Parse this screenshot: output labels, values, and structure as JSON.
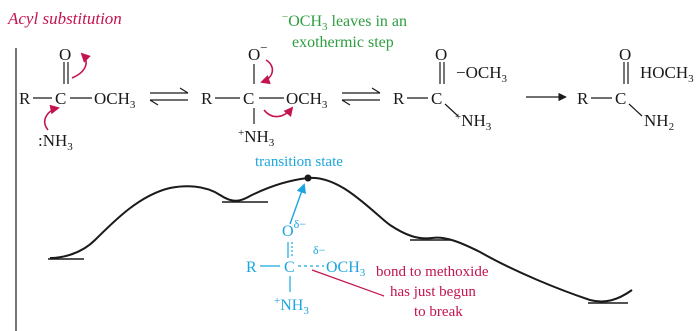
{
  "title": "Acyl substitution",
  "colors": {
    "title": "#c3144f",
    "green": "#2e9e3f",
    "blue": "#1ba6e0",
    "magenta": "#c3144f",
    "black": "#1a1a1a"
  },
  "note_leaves": {
    "line1_sup": "−",
    "line1_rest": "OCH",
    "line1_sub": "3",
    "line1_end": " leaves in an",
    "line2": "exothermic step"
  },
  "structures": {
    "r": "R",
    "c": "C",
    "o": "O",
    "och3": "OCH",
    "sub3": "3",
    "nh3_colon": ":NH",
    "nh3": "NH",
    "plus": "+",
    "o_minus": "−",
    "minus_och3": "−OCH",
    "hoch3": "HOCH",
    "nh2": "NH",
    "sub2": "2"
  },
  "transition_state_label": "transition state",
  "ts_structure": {
    "o": "O",
    "delta_minus": "δ−",
    "r": "R",
    "c": "C",
    "och3": "OCH",
    "sub3": "3",
    "plus": "+",
    "nh3": "NH"
  },
  "bond_note": {
    "line1": "bond to methoxide",
    "line2": "has just begun",
    "line3": "to break"
  }
}
